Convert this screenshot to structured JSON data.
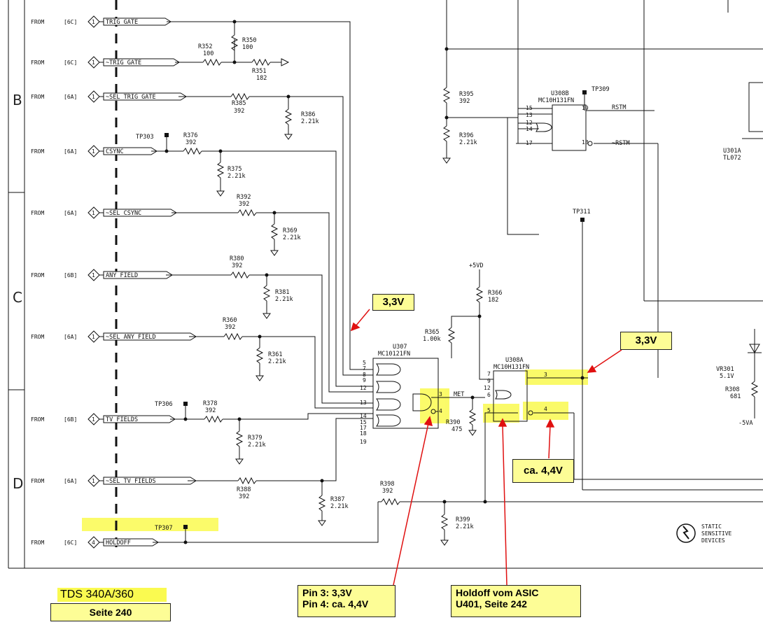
{
  "zones": [
    "B",
    "C",
    "D"
  ],
  "inputs": [
    {
      "from": "FROM",
      "ref": "[6C]",
      "num": "1",
      "signal": "TRIG_GATE"
    },
    {
      "from": "FROM",
      "ref": "[6C]",
      "num": "1",
      "signal": "~TRIG_GATE"
    },
    {
      "from": "FROM",
      "ref": "[6A]",
      "num": "1",
      "signal": "~SEL_TRIG_GATE"
    },
    {
      "from": "FROM",
      "ref": "[6A]",
      "num": "1",
      "signal": "CSYNC"
    },
    {
      "from": "FROM",
      "ref": "[6A]",
      "num": "1",
      "signal": "~SEL_CSYNC"
    },
    {
      "from": "FROM",
      "ref": "[6B]",
      "num": "1",
      "signal": "ANY_FIELD"
    },
    {
      "from": "FROM",
      "ref": "[6A]",
      "num": "1",
      "signal": "~SEL_ANY_FIELD"
    },
    {
      "from": "FROM",
      "ref": "[6B]",
      "num": "1",
      "signal": "TV_FIELDS"
    },
    {
      "from": "FROM",
      "ref": "[6A]",
      "num": "1",
      "signal": "~SEL_TV_FIELDS"
    },
    {
      "from": "FROM",
      "ref": "[6C]",
      "num": "4",
      "signal": "HOLDOFF"
    }
  ],
  "components": {
    "r352": {
      "name": "R352",
      "value": "100"
    },
    "r350": {
      "name": "R350",
      "value": "100"
    },
    "r351": {
      "name": "R351",
      "value": "182"
    },
    "r385": {
      "name": "R385",
      "value": "392"
    },
    "r386": {
      "name": "R386",
      "value": "2.21k"
    },
    "tp303": "TP303",
    "r376": {
      "name": "R376",
      "value": "392"
    },
    "r375": {
      "name": "R375",
      "value": "2.21k"
    },
    "r392": {
      "name": "R392",
      "value": "392"
    },
    "r369": {
      "name": "R369",
      "value": "2.21k"
    },
    "r380": {
      "name": "R380",
      "value": "392"
    },
    "r381": {
      "name": "R381",
      "value": "2.21k"
    },
    "r360": {
      "name": "R360",
      "value": "392"
    },
    "r361": {
      "name": "R361",
      "value": "2.21k"
    },
    "tp306": "TP306",
    "r378": {
      "name": "R378",
      "value": "392"
    },
    "r379": {
      "name": "R379",
      "value": "2.21k"
    },
    "r388": {
      "name": "R388",
      "value": "392"
    },
    "r387": {
      "name": "R387",
      "value": "2.21k"
    },
    "tp307": "TP307",
    "r398": {
      "name": "R398",
      "value": "392"
    },
    "r399": {
      "name": "R399",
      "value": "2.21k"
    },
    "r395": {
      "name": "R395",
      "value": "392"
    },
    "r396": {
      "name": "R396",
      "value": "2.21k"
    },
    "u308b": {
      "name": "U308B",
      "part": "MC10H131FN"
    },
    "tp309": "TP309",
    "rstm": "RSTM",
    "nrstm": "~RSTM",
    "u301a": {
      "name": "U301A",
      "part": "TL072"
    },
    "tp311": "TP311",
    "vplus": "+5VD",
    "r366": {
      "name": "R366",
      "value": "182"
    },
    "r365": {
      "name": "R365",
      "value": "1.00k"
    },
    "u307": {
      "name": "U307",
      "part": "MC10121FN"
    },
    "met": "MET",
    "r390": {
      "name": "R390",
      "value": "475"
    },
    "u308a": {
      "name": "U308A",
      "part": "MC10H131FN"
    },
    "vr301": {
      "name": "VR301",
      "value": "5.1V"
    },
    "r308": {
      "name": "R308",
      "value": "681"
    },
    "vneg": "-5VA",
    "static1": "STATIC",
    "static2": "SENSITIVE",
    "static3": "DEVICES"
  },
  "callouts": {
    "v33_left": "3,3V",
    "v33_right": "3,3V",
    "v44": "ca. 4,4V",
    "pin3": "Pin 3: 3,3V",
    "pin4": "Pin 4: ca. 4,4V",
    "holdoff1": "Holdoff vom ASIC",
    "holdoff2": "U401, Seite 242",
    "model": "TDS 340A/360",
    "page": "Seite 240"
  }
}
